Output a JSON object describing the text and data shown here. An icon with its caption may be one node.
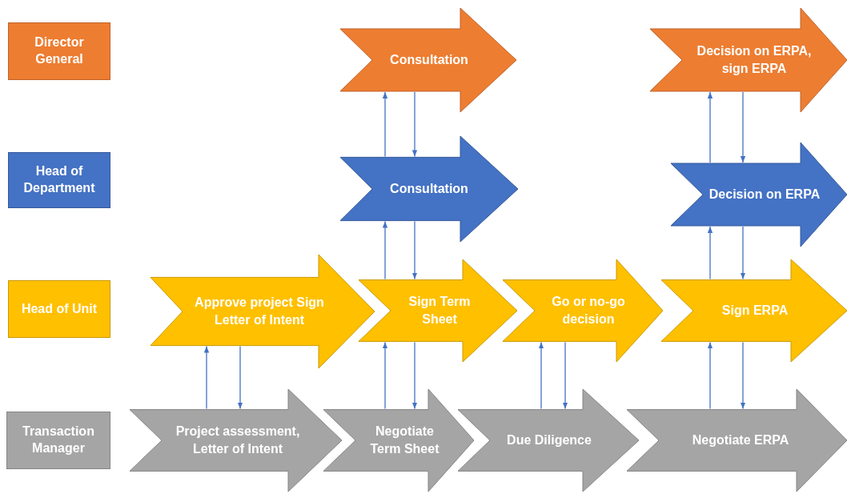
{
  "diagram": {
    "nodes": [
      {
        "text": [
          "Director General"
        ]
      },
      {
        "text": [
          "Consultation"
        ]
      },
      {
        "text": [
          "Decision on ERPA, sign ERPA"
        ]
      },
      {
        "text": [
          "Head of Department"
        ]
      },
      {
        "text": [
          "Consultation"
        ]
      },
      {
        "text": [
          "Decision on ERPA"
        ]
      },
      {
        "text": [
          "Head of Unit"
        ]
      },
      {
        "text": [
          "Approve project Sign Letter of Intent"
        ]
      },
      {
        "text": [
          "Sign Term Sheet"
        ]
      },
      {
        "text": [
          "Go or no-go decision"
        ]
      },
      {
        "text": [
          "Sign ERPA"
        ]
      },
      {
        "text": [
          "Transaction Manager"
        ]
      },
      {
        "text": [
          "Project assessment, Letter of Intent"
        ]
      },
      {
        "text": [
          "Negotiate Term Sheet"
        ]
      },
      {
        "text": [
          "Due Diligence"
        ]
      },
      {
        "text": [
          "Negotiate ERPA"
        ]
      }
    ],
    "edges": [
      {
        "from": 4,
        "to": 1,
        "arrow": "to"
      },
      {
        "from": 1,
        "to": 4,
        "arrow": "to"
      },
      {
        "from": 5,
        "to": 2,
        "arrow": "to"
      },
      {
        "from": 2,
        "to": 5,
        "arrow": "to"
      },
      {
        "from": 8,
        "to": 4,
        "arrow": "to"
      },
      {
        "from": 4,
        "to": 8,
        "arrow": "to"
      },
      {
        "from": 10,
        "to": 5,
        "arrow": "to"
      },
      {
        "from": 5,
        "to": 10,
        "arrow": "to"
      },
      {
        "from": 12,
        "to": 7,
        "arrow": "to"
      },
      {
        "from": 7,
        "to": 12,
        "arrow": "to"
      },
      {
        "from": 13,
        "to": 8,
        "arrow": "to"
      },
      {
        "from": 8,
        "to": 13,
        "arrow": "to"
      },
      {
        "from": 14,
        "to": 9,
        "arrow": "to"
      },
      {
        "from": 9,
        "to": 14,
        "arrow": "to"
      },
      {
        "from": 15,
        "to": 10,
        "arrow": "to"
      },
      {
        "from": 10,
        "to": 15,
        "arrow": "to"
      }
    ]
  }
}
